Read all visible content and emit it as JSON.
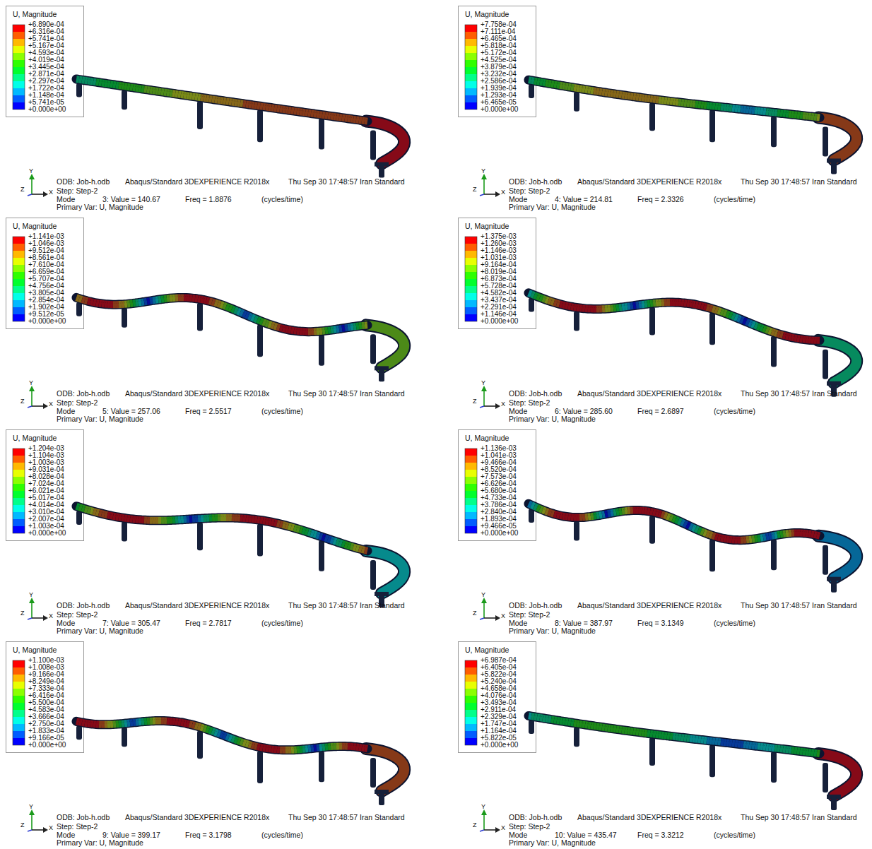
{
  "diagram": {
    "labels": [
      "U, Magnitude",
      "+6.890e-04",
      "+6.316e-04",
      "+5.741e-04",
      "+5.167e-04",
      "+4.593e-04",
      "+4.019e-04",
      "+3.445e-04",
      "+2.871e-04",
      "+2.297e-04",
      "+1.722e-04",
      "+1.148e-04",
      "+5.741e-05",
      "+0.000e+00",
      "Y",
      "Z",
      "X",
      "ODB: Job-h.odb",
      "Abaqus/Standard 3DEXPERIENCE R2018x",
      "Thu Sep 30 17:48:57 Iran Standard",
      "Step: Step-2",
      "Mode",
      "3: Value = 140.67",
      "Freq = 1.8876",
      "(cycles/time)",
      "Primary Var: U, Magnitude",
      "U, Magnitude",
      "+7.758e-04",
      "+7.111e-04",
      "+6.465e-04",
      "+5.818e-04",
      "+5.172e-04",
      "+4.525e-04",
      "+3.879e-04",
      "+3.232e-04",
      "+2.586e-04",
      "+1.939e-04",
      "+1.293e-04",
      "+6.465e-05",
      "+0.000e+00",
      "Y",
      "Z",
      "X",
      "ODB: Job-h.odb",
      "Abaqus/Standard 3DEXPERIENCE R2018x",
      "Thu Sep 30 17:48:57 Iran Standard",
      "Step: Step-2",
      "Mode",
      "4: Value = 214.81",
      "Freq = 2.3326",
      "(cycles/time)",
      "Primary Var: U, Magnitude",
      "U, Magnitude",
      "+1.141e-03",
      "+1.046e-03",
      "+9.512e-04",
      "+8.561e-04",
      "+7.610e-04",
      "+6.659e-04",
      "+5.707e-04",
      "+4.756e-04",
      "+3.805e-04",
      "+2.854e-04",
      "+1.902e-04",
      "+9.512e-05",
      "+0.000e+00",
      "Y",
      "Z",
      "X",
      "ODB: Job-h.odb",
      "Abaqus/Standard 3DEXPERIENCE R2018x",
      "Thu Sep 30 17:48:57 Iran Standard",
      "Step: Step-2",
      "Mode",
      "5: Value = 257.06",
      "Freq = 2.5517",
      "(cycles/time)",
      "Primary Var: U, Magnitude",
      "U, Magnitude",
      "+1.375e-03",
      "+1.260e-03",
      "+1.146e-03",
      "+1.031e-03",
      "+9.164e-04",
      "+8.019e-04",
      "+6.873e-04",
      "+5.728e-04",
      "+4.582e-04",
      "+3.437e-04",
      "+2.291e-04",
      "+1.146e-04",
      "+0.000e+00",
      "Y",
      "Z",
      "X",
      "ODB: Job-h.odb",
      "Abaqus/Standard 3DEXPERIENCE R2018x",
      "Thu Sep 30 17:48:57 Iran Standard",
      "Step: Step-2",
      "Mode",
      "6: Value = 285.60",
      "Freq = 2.6897",
      "(cycles/time)",
      "Primary Var: U, Magnitude",
      "U, Magnitude",
      "+1.204e-03",
      "+1.104e-03",
      "+1.003e-03",
      "+9.031e-04",
      "+8.028e-04",
      "+7.024e-04",
      "+6.021e-04",
      "+5.017e-04",
      "+4.014e-04",
      "+3.010e-04",
      "+2.007e-04",
      "+1.003e-04",
      "+0.000e+00",
      "Y",
      "Z",
      "X",
      "ODB: Job-h.odb",
      "Abaqus/Standard 3DEXPERIENCE R2018x",
      "Thu Sep 30 17:48:57 Iran Standard",
      "Step: Step-2",
      "Mode",
      "7: Value = 305.47",
      "Freq = 2.7817",
      "(cycles/time)",
      "Primary Var: U, Magnitude",
      "U, Magnitude",
      "+1.136e-03",
      "+1.041e-03",
      "+9.466e-04",
      "+8.520e-04",
      "+7.573e-04",
      "+6.626e-04",
      "+5.680e-04",
      "+4.733e-04",
      "+3.786e-04",
      "+2.840e-04",
      "+1.893e-04",
      "+9.466e-05",
      "+0.000e+00",
      "Y",
      "Z",
      "X",
      "ODB: Job-h.odb",
      "Abaqus/Standard 3DEXPERIENCE R2018x",
      "Thu Sep 30 17:48:57 Iran Standard",
      "Step: Step-2",
      "Mode",
      "8: Value = 387.97",
      "Freq = 3.1349",
      "(cycles/time)",
      "Primary Var: U, Magnitude",
      "U, Magnitude",
      "+1.100e-03",
      "+1.008e-03",
      "+9.166e-04",
      "+8.249e-04",
      "+7.333e-04",
      "+6.416e-04",
      "+5.500e-04",
      "+4.583e-04",
      "+3.666e-04",
      "+2.750e-04",
      "+1.833e-04",
      "+9.166e-05",
      "+0.000e+00",
      "Y",
      "Z",
      "X",
      "ODB: Job-h.odb",
      "Abaqus/Standard 3DEXPERIENCE R2018x",
      "Thu Sep 30 17:48:57 Iran Standard",
      "Step: Step-2",
      "Mode",
      "9: Value = 399.17",
      "Freq = 3.1798",
      "(cycles/time)",
      "Primary Var: U, Magnitude",
      "U, Magnitude",
      "+6.987e-04",
      "+6.405e-04",
      "+5.822e-04",
      "+5.240e-04",
      "+4.658e-04",
      "+4.076e-04",
      "+3.493e-04",
      "+2.911e-04",
      "+2.329e-04",
      "+1.747e-04",
      "+1.164e-04",
      "+5.822e-05",
      "+0.000e+00",
      "Y",
      "Z",
      "X",
      "ODB: Job-h.odb",
      "Abaqus/Standard 3DEXPERIENCE R2018x",
      "Thu Sep 30 17:48:57 Iran Standard",
      "Step: Step-2",
      "Mode",
      "10: Value = 435.47",
      "Freq = 3.3212",
      "(cycles/time)",
      "Primary Var: U, Magnitude"
    ]
  }
}
